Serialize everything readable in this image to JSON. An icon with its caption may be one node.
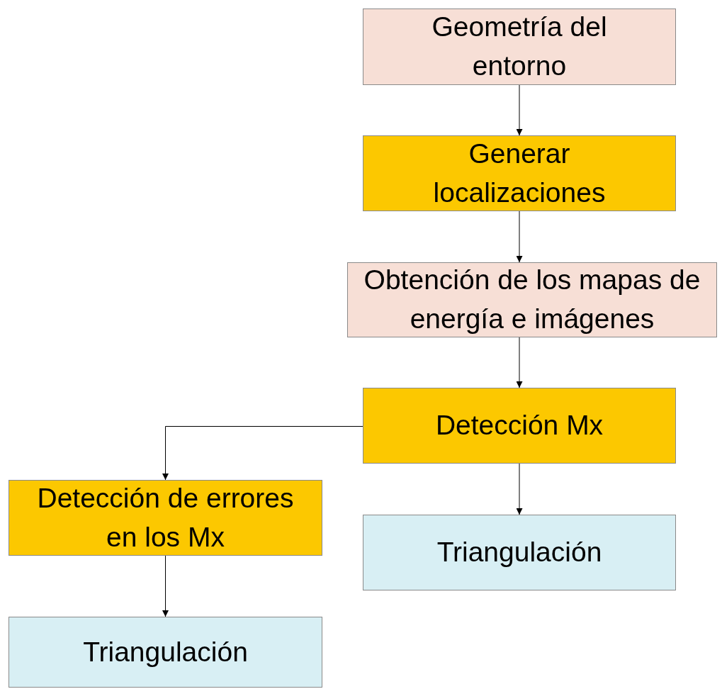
{
  "diagram": {
    "nodes": [
      {
        "text": [
          "Geometría del entorno"
        ]
      },
      {
        "text": [
          "Generar localizaciones"
        ]
      },
      {
        "text": [
          "Obtención de los mapas de energía e imágenes"
        ]
      },
      {
        "text": [
          "Detección Mx"
        ]
      },
      {
        "text": [
          "Detección de errores en los Mx"
        ]
      },
      {
        "text": [
          "Triangulación"
        ]
      },
      {
        "text": [
          "Triangulación"
        ]
      }
    ],
    "edges": [
      {
        "from": 0,
        "to": 1,
        "arrow": "to"
      },
      {
        "from": 1,
        "to": 2,
        "arrow": "to"
      },
      {
        "from": 2,
        "to": 3,
        "arrow": "to"
      },
      {
        "from": 3,
        "to": 4,
        "arrow": "to"
      },
      {
        "from": 3,
        "to": 5,
        "arrow": "to"
      },
      {
        "from": 4,
        "to": 6,
        "arrow": "to"
      }
    ]
  }
}
